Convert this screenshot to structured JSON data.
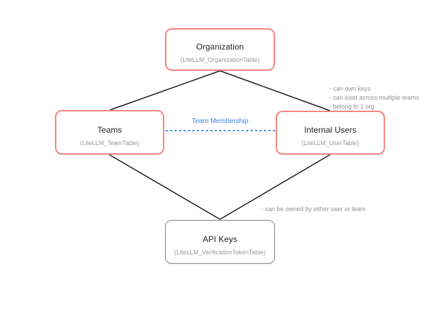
{
  "diagram": {
    "nodes": {
      "organization": {
        "title": "Organization",
        "subtitle": "(LiteLLM_OrganizationTable)"
      },
      "teams": {
        "title": "Teams",
        "subtitle": "(LiteLLM_TeamTable)"
      },
      "internal_users": {
        "title": "Internal Users",
        "subtitle": "(LiteLLM_UserTable)"
      },
      "api_keys": {
        "title": "API Keys",
        "subtitle": "(LiteLLM_VerificationTokenTable)"
      }
    },
    "edges": [
      {
        "from": "organization",
        "to": "teams",
        "style": "solid",
        "label": ""
      },
      {
        "from": "organization",
        "to": "internal_users",
        "style": "solid",
        "label": ""
      },
      {
        "from": "teams",
        "to": "api_keys",
        "style": "solid",
        "label": ""
      },
      {
        "from": "internal_users",
        "to": "api_keys",
        "style": "solid",
        "label": ""
      },
      {
        "from": "teams",
        "to": "internal_users",
        "style": "dashed",
        "label": "Team Membership"
      }
    ],
    "annotations": {
      "internal_users_notes": [
        "- can own keys",
        "- can exist across multiple teams",
        "- belong to 1 org"
      ],
      "api_keys_note": "- can be owned by either user or team"
    },
    "colors": {
      "node_border_red": "#f4827d",
      "node_border_gray": "#7d7d7d",
      "edge_black": "#1a1a1a",
      "edge_blue": "#4285f4",
      "subtitle_gray": "#999999",
      "annotation_gray": "#909090"
    }
  }
}
